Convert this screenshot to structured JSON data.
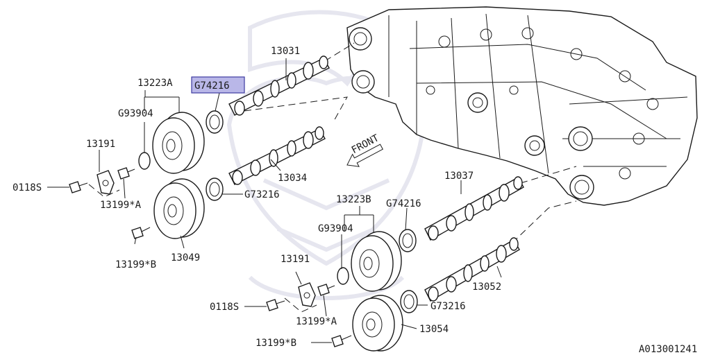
{
  "callouts": {
    "cam_13031": "13031",
    "cam_13034": "13034",
    "cam_13037": "13037",
    "cam_13052": "13052",
    "sprocket_13223a": "13223A",
    "sprocket_13223b": "13223B",
    "sprocket_13049": "13049",
    "sprocket_13054": "13054",
    "plate_13191_top": "13191",
    "plate_13191_bottom": "13191",
    "bolt_0118s_top": "0118S",
    "bolt_0118s_bottom": "0118S",
    "bolt_13199a_top": "13199*A",
    "bolt_13199a_bottom": "13199*A",
    "bolt_13199b_top": "13199*B",
    "bolt_13199b_bottom": "13199*B",
    "seal_g74216_top": "G74216",
    "seal_g74216_bottom": "G74216",
    "oring_g93904_top": "G93904",
    "oring_g93904_bottom": "G93904",
    "seal_g73216_top": "G73216",
    "seal_g73216_bottom": "G73216"
  },
  "front_label": "FRONT",
  "footer": {
    "code": "A013001241"
  },
  "colors": {
    "highlight_fill": "#b9b7e8",
    "highlight_stroke": "#3c3aa0",
    "line": "#1a1a1a",
    "watermark": "#e6e6ef"
  }
}
